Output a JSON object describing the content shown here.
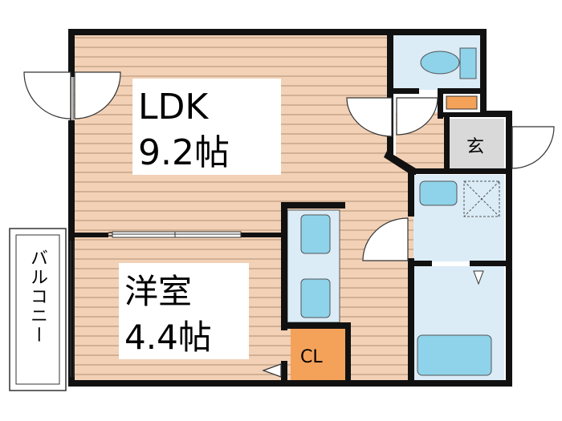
{
  "rooms": {
    "ldk": {
      "name": "LDK",
      "size": "9.2帖"
    },
    "western": {
      "name": "洋室",
      "size": "4.4帖"
    },
    "closet": {
      "label": "CL"
    },
    "entrance": {
      "label": "玄"
    },
    "balcony": {
      "label": "バルコニー"
    }
  },
  "colors": {
    "floor": "#f2d1b6",
    "floor_line": "#c9a78b",
    "wall": "#111111",
    "wet_area": "#dbecf7",
    "fixture": "#8ed3ea",
    "closet": "#f4a25a",
    "entrance_floor": "#d9d9d9"
  }
}
